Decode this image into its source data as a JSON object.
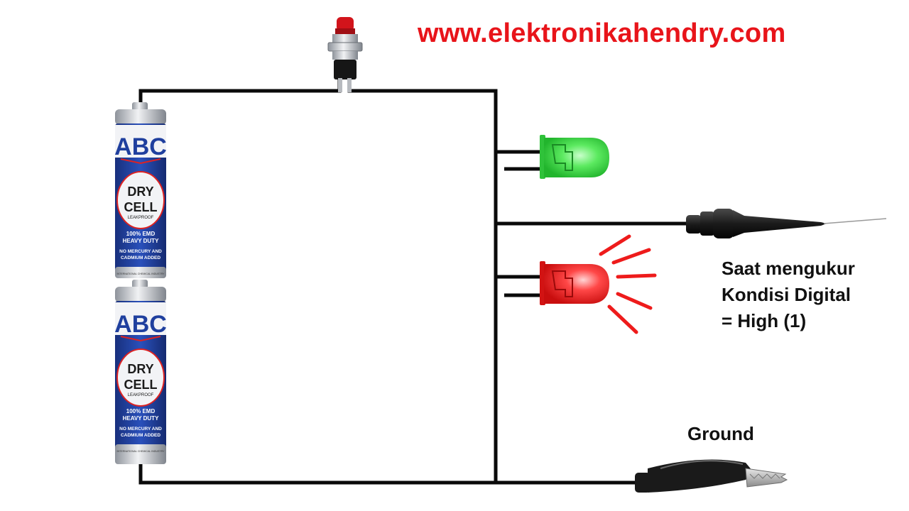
{
  "header": {
    "website": "www.elektronikahendry.com"
  },
  "caption": {
    "lines": [
      "Saat mengukur",
      "Kondisi Digital",
      "= High (1)"
    ]
  },
  "ground": {
    "label": "Ground"
  },
  "battery": {
    "brand": "ABC",
    "badge_line1": "DRY",
    "badge_line2": "CELL",
    "badge_sub": "LEAKPROOF",
    "spec_line1": "100% EMD",
    "spec_line2": "HEAVY DUTY",
    "spec_line3": "NO MERCURY AND",
    "spec_line4": "CADMIUM ADDED",
    "footer": "INTERNATIONAL CHEMICAL INDUSTRY"
  },
  "colors": {
    "url_red": "#e8141a",
    "wire": "#0a0a0a",
    "battery_blue": "#1f3f9e",
    "battery_silver": "#c9ccd2",
    "led_green": "#3fe04a",
    "led_red": "#ee1b1b",
    "light_rays": "#ee1b1b",
    "clip_black": "#1a1a1a"
  },
  "components": {
    "power_source": "battery-icon",
    "switch": "push-button-icon",
    "indicator_high": "green-led-icon",
    "indicator_low": "red-led-icon",
    "probe": "logic-probe-icon",
    "ground_clip": "alligator-clip-icon"
  },
  "state": {
    "green_led_lit": false,
    "red_led_lit": true,
    "logic_level": "High (1)"
  }
}
